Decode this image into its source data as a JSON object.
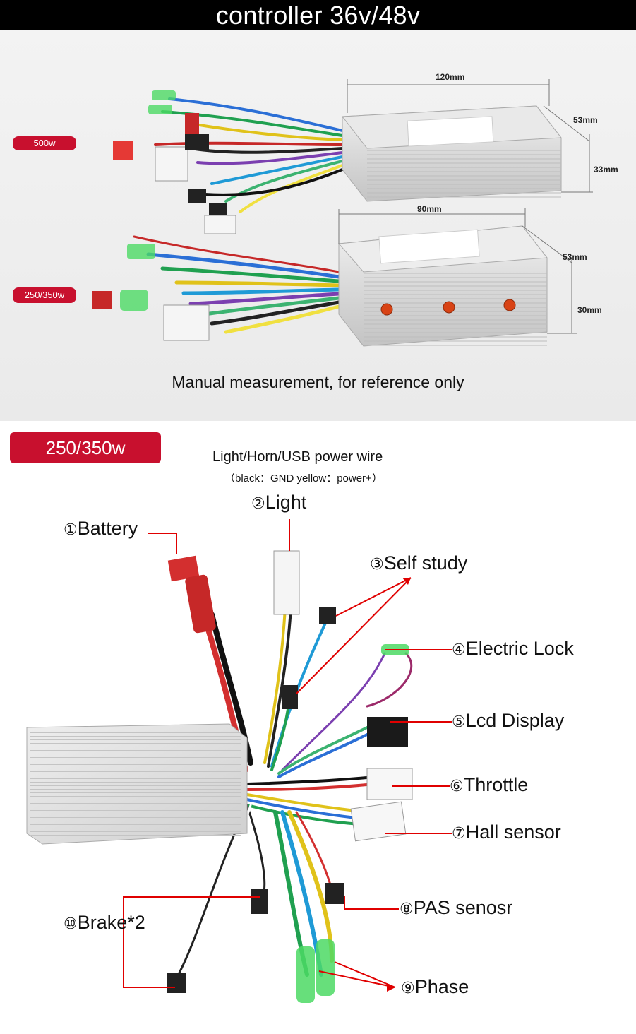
{
  "header": {
    "title": "controller 36v/48v"
  },
  "top_panel": {
    "badge_500": "500w",
    "badge_250": "250/350w",
    "dim_500_length": "120mm",
    "dim_500_width": "53mm",
    "dim_500_height": "33mm",
    "dim_250_length": "90mm",
    "dim_250_width": "53mm",
    "dim_250_height": "30mm",
    "caption": "Manual measurement, for reference only"
  },
  "bottom_panel": {
    "badge": "250/350w",
    "power_title": "Light/Horn/USB power wire",
    "power_sub": "（black：GND yellow：power+）",
    "labels": [
      {
        "num": "①",
        "text": "Battery"
      },
      {
        "num": "②",
        "text": "Light"
      },
      {
        "num": "③",
        "text": "Self study"
      },
      {
        "num": "④",
        "text": "Electric Lock"
      },
      {
        "num": "⑤",
        "text": "Lcd Display"
      },
      {
        "num": "⑥",
        "text": "Throttle"
      },
      {
        "num": "⑦",
        "text": "Hall sensor"
      },
      {
        "num": "⑧",
        "text": "PAS senosr"
      },
      {
        "num": "⑨",
        "text": "Phase"
      },
      {
        "num": "⑩",
        "text": "Brake*2"
      }
    ]
  },
  "colors": {
    "badge_red": "#c8102e",
    "arrow_red": "#e00000",
    "header_bg": "#000000"
  }
}
